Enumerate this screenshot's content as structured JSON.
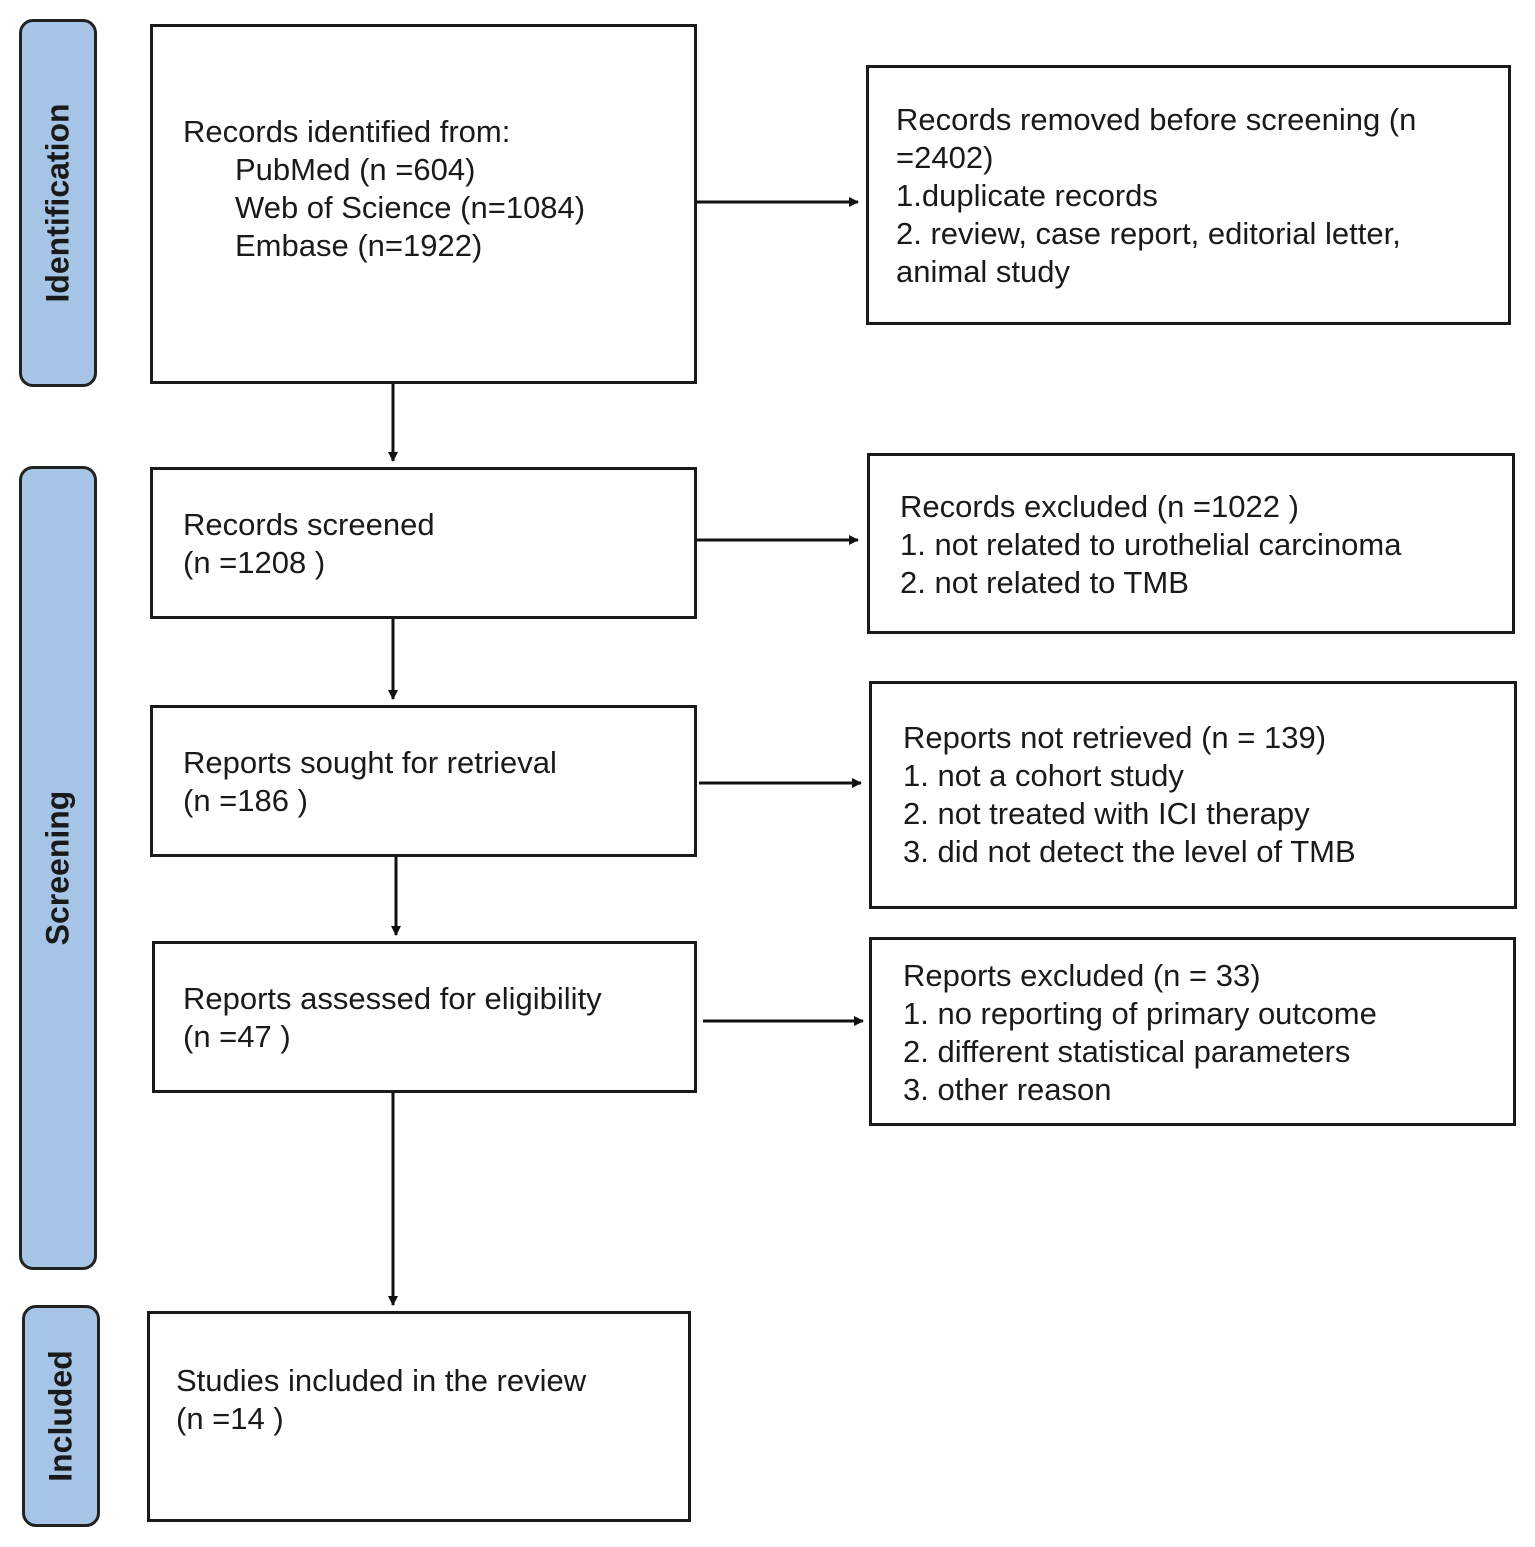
{
  "phases": {
    "identification": "Identification",
    "screening": "Screening",
    "included": "Included"
  },
  "boxes": {
    "identified": {
      "heading": "Records identified from:",
      "sources": [
        "PubMed (n =604)",
        "Web of Science (n=1084)",
        "Embase (n=1922)"
      ]
    },
    "removed": {
      "lines": [
        "Records removed before screening (n",
        "=2402)",
        "1.duplicate records",
        "2. review, case report, editorial letter,",
        "animal study"
      ]
    },
    "screened": {
      "lines": [
        "Records screened",
        "(n =1208 )"
      ]
    },
    "excluded_records": {
      "lines": [
        "Records excluded (n =1022 )",
        "1. not related to urothelial carcinoma",
        "2. not related to TMB"
      ]
    },
    "sought": {
      "lines": [
        "Reports sought for retrieval",
        "(n =186 )"
      ]
    },
    "not_retrieved": {
      "lines": [
        "Reports not retrieved (n = 139)",
        "1. not a cohort study",
        "2. not treated with ICI therapy",
        "3. did not detect the level of TMB"
      ]
    },
    "assessed": {
      "lines": [
        "Reports assessed for eligibility",
        "(n =47 )"
      ]
    },
    "excluded_reports": {
      "lines": [
        "Reports excluded (n = 33)",
        "1. no reporting of primary outcome",
        "2. different statistical parameters",
        "3. other reason"
      ]
    },
    "included": {
      "lines": [
        "Studies included in the review",
        "(n =14 )"
      ]
    }
  }
}
